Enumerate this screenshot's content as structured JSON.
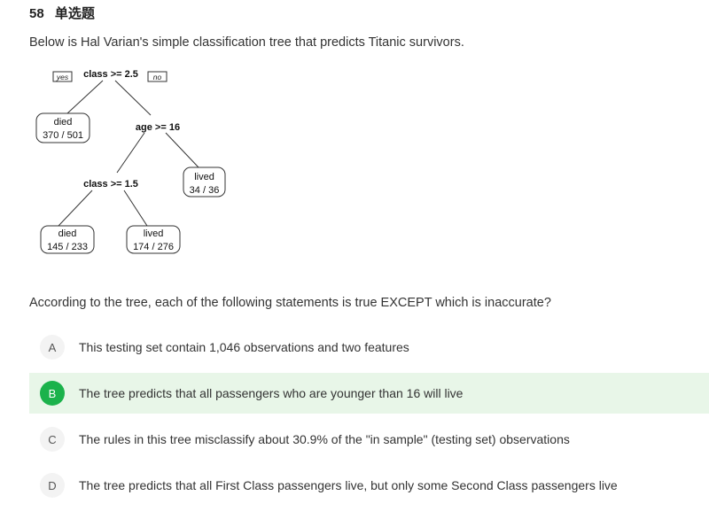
{
  "question": {
    "number": "58",
    "type": "单选题",
    "stem": "Below is Hal Varian's simple classification tree that predicts Titanic survivors.",
    "prompt": "According to the tree, each of the following statements is true EXCEPT which is inaccurate?"
  },
  "tree": {
    "yes_label": "yes",
    "no_label": "no",
    "root": "class >= 2.5",
    "age_split": "age >= 16",
    "class_split": "class >= 1.5",
    "leaves": {
      "died_top": {
        "label": "died",
        "value": "370 / 501"
      },
      "lived_right": {
        "label": "lived",
        "value": "34 / 36"
      },
      "died_bottom": {
        "label": "died",
        "value": "145 / 233"
      },
      "lived_bottom": {
        "label": "lived",
        "value": "174 / 276"
      }
    }
  },
  "options": [
    {
      "letter": "A",
      "text": "This testing set contain 1,046 observations and two features",
      "selected": false
    },
    {
      "letter": "B",
      "text": "The tree predicts that all passengers who are younger than 16 will live",
      "selected": true
    },
    {
      "letter": "C",
      "text": "The rules in this tree misclassify about 30.9% of the \"in sample\" (testing set) observations",
      "selected": false
    },
    {
      "letter": "D",
      "text": "The tree predicts that all First Class passengers live, but only some Second Class passengers live",
      "selected": false
    }
  ],
  "colors": {
    "selected_bg": "#e8f6e8",
    "selected_badge": "#1bb24b"
  }
}
